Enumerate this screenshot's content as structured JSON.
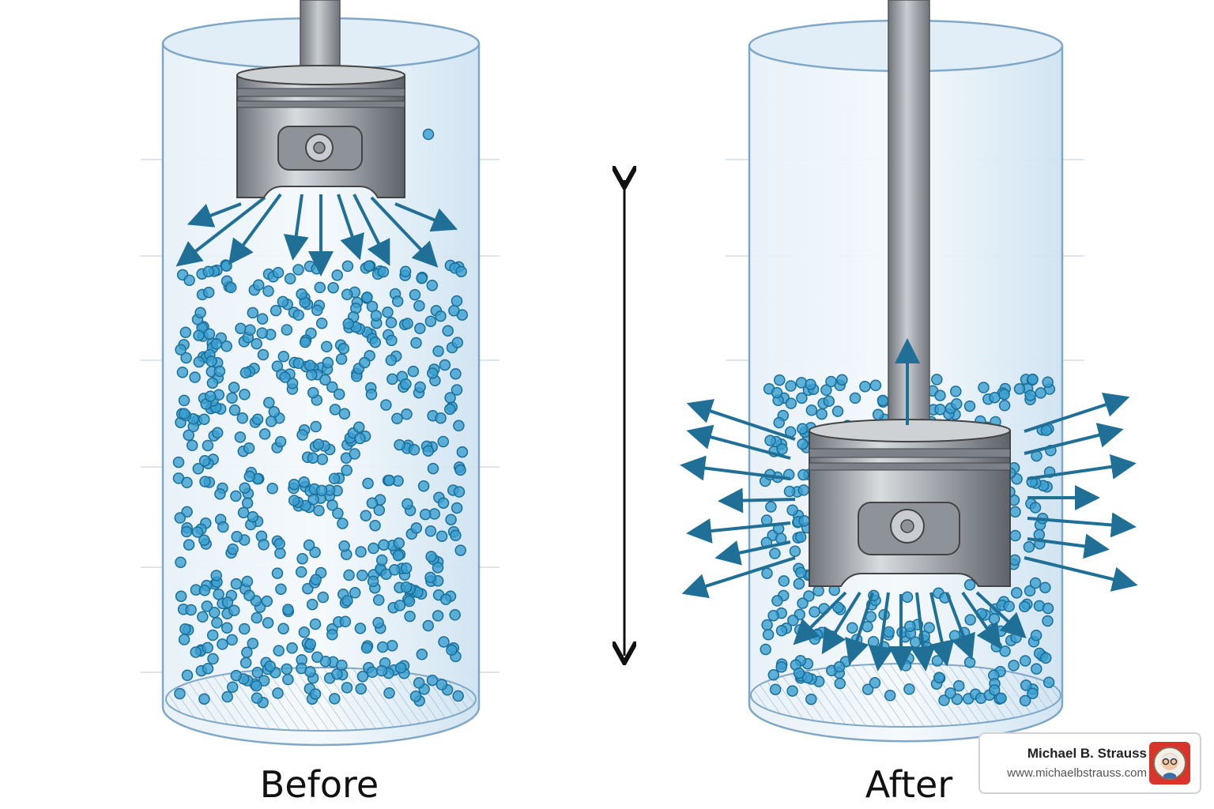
{
  "labels": {
    "before": "Before",
    "after": "After"
  },
  "badge": {
    "name": "Michael B. Strauss",
    "url": "www.michaelbstrauss.com"
  },
  "colors": {
    "water": "#dbeaf5",
    "water_edge": "#7fa8c8",
    "particle": "#3a9fd0",
    "particle_edge": "#1a6f9a",
    "arrow": "#1f6f96",
    "piston": "#9aa0a6",
    "badge_accent": "#d9342b"
  }
}
